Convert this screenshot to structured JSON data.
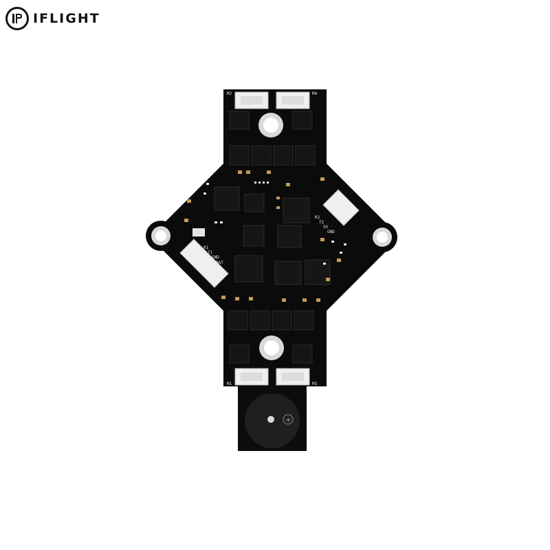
{
  "brand": {
    "name": "IFLIGHT",
    "icon": "iflight-logo-icon"
  },
  "board": {
    "connector_labels": {
      "m1": "M1",
      "m2": "M2",
      "m3": "M3",
      "m4": "M4"
    },
    "uart_pins": [
      "R2",
      "T2",
      "5V",
      "GND"
    ],
    "power_pins": [
      "R1",
      "T1",
      "GND",
      "BAT"
    ],
    "buzzer_symbol": "+",
    "colors": {
      "pcb": "#0b0b0b",
      "connector": "#efefef",
      "copper": "#c49a5a",
      "chip": "#151515"
    }
  }
}
